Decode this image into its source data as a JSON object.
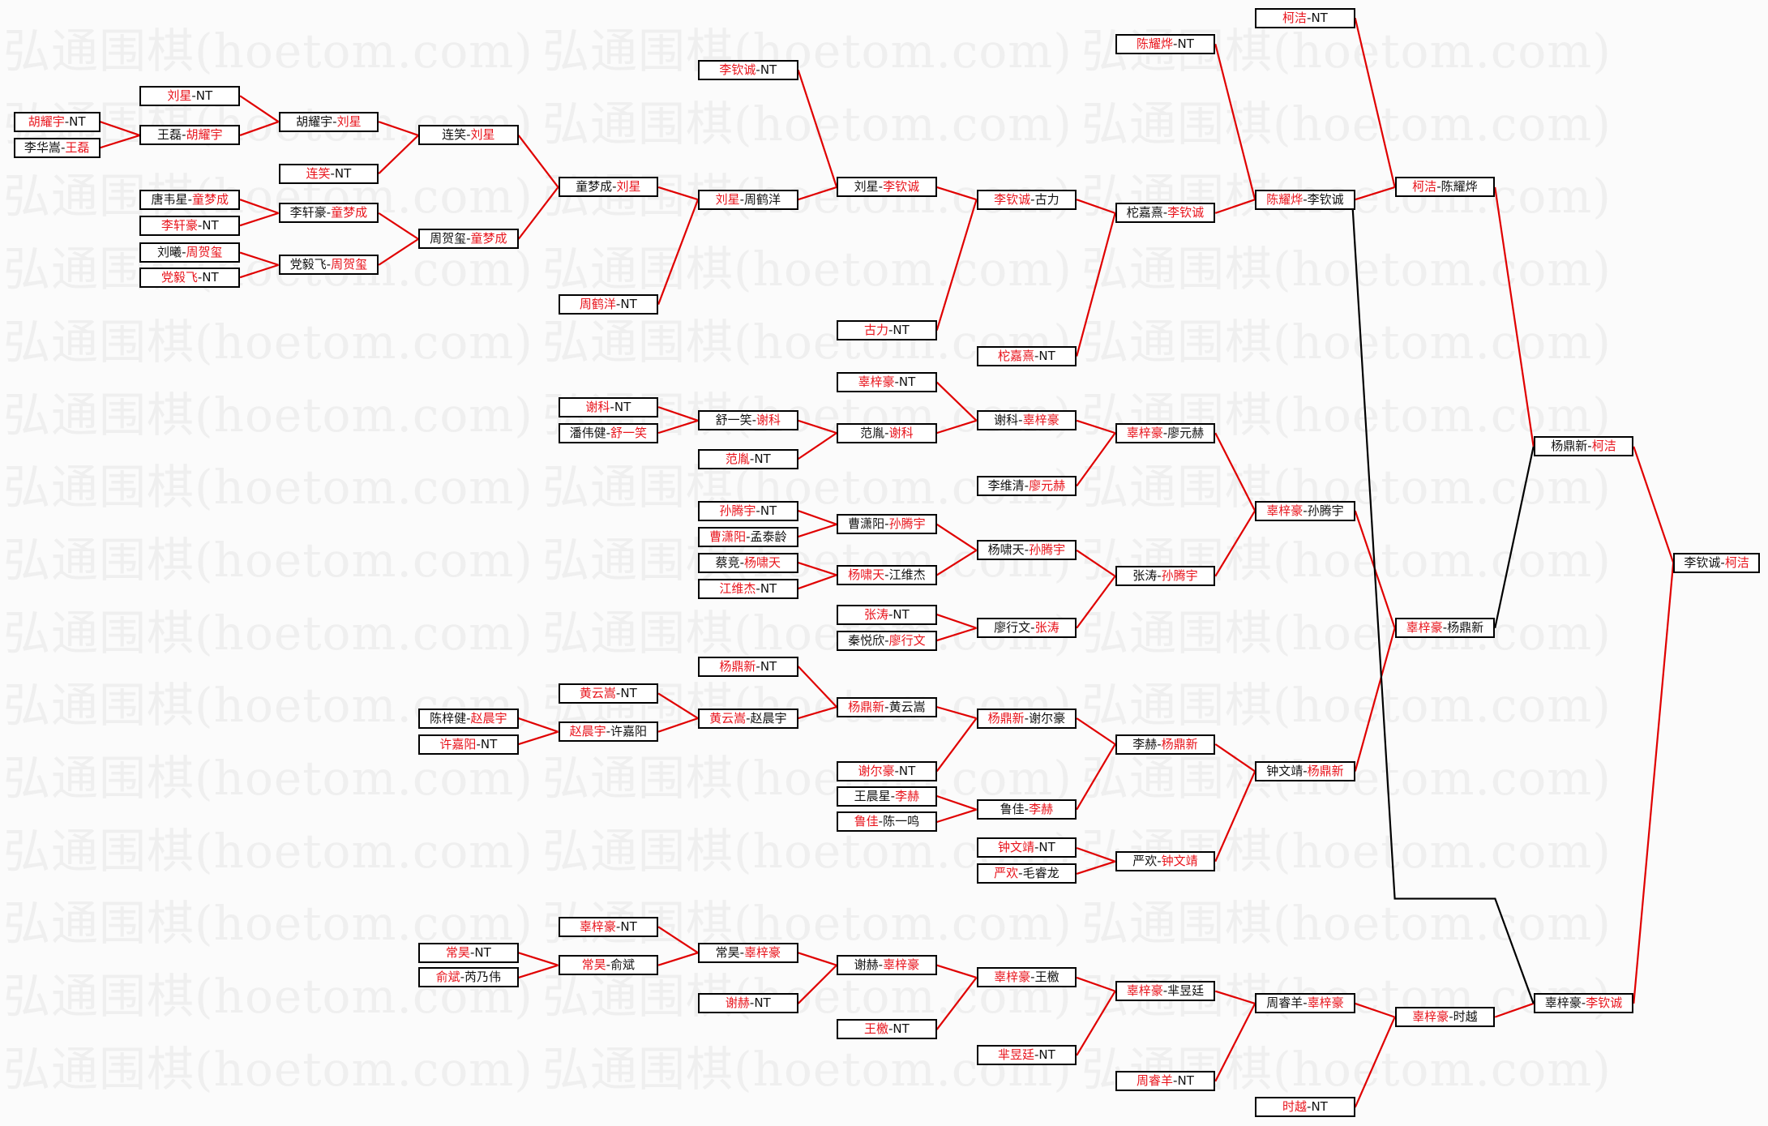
{
  "watermark": "弘通围棋(hoetom.com)",
  "colors": {
    "winner": "#e8141c",
    "win_line": "#e00000",
    "drop_line": "#000000"
  },
  "separator": "-",
  "matches": [
    {
      "id": "n1",
      "a": "胡耀宇",
      "b": "NT",
      "red": "a"
    },
    {
      "id": "n2",
      "a": "李华嵩",
      "b": "王磊",
      "red": "b"
    },
    {
      "id": "n3",
      "a": "刘星",
      "b": "NT",
      "red": "a"
    },
    {
      "id": "n4",
      "a": "王磊",
      "b": "胡耀宇",
      "red": "b"
    },
    {
      "id": "n5",
      "a": "唐韦星",
      "b": "童梦成",
      "red": "b"
    },
    {
      "id": "n6",
      "a": "李轩豪",
      "b": "NT",
      "red": "a"
    },
    {
      "id": "n7",
      "a": "刘曦",
      "b": "周贺玺",
      "red": "b"
    },
    {
      "id": "n8",
      "a": "党毅飞",
      "b": "NT",
      "red": "a"
    },
    {
      "id": "n9",
      "a": "胡耀宇",
      "b": "刘星",
      "red": "b"
    },
    {
      "id": "n10",
      "a": "连笑",
      "b": "NT",
      "red": "a"
    },
    {
      "id": "n11",
      "a": "李轩豪",
      "b": "童梦成",
      "red": "b"
    },
    {
      "id": "n12",
      "a": "党毅飞",
      "b": "周贺玺",
      "red": "b"
    },
    {
      "id": "n13",
      "a": "连笑",
      "b": "刘星",
      "red": "b"
    },
    {
      "id": "n14",
      "a": "周贺玺",
      "b": "童梦成",
      "red": "b"
    },
    {
      "id": "n15",
      "a": "童梦成",
      "b": "刘星",
      "red": "b"
    },
    {
      "id": "n16",
      "a": "周鹤洋",
      "b": "NT",
      "red": "a"
    },
    {
      "id": "n17",
      "a": "李钦诚",
      "b": "NT",
      "red": "a"
    },
    {
      "id": "n18",
      "a": "刘星",
      "b": "周鹤洋",
      "red": "a"
    },
    {
      "id": "n19",
      "a": "刘星",
      "b": "李钦诚",
      "red": "b"
    },
    {
      "id": "n20",
      "a": "古力",
      "b": "NT",
      "red": "a"
    },
    {
      "id": "n21",
      "a": "李钦诚",
      "b": "古力",
      "red": "a"
    },
    {
      "id": "n22",
      "a": "柁嘉熹",
      "b": "NT",
      "red": "a"
    },
    {
      "id": "n23",
      "a": "陈耀烨",
      "b": "NT",
      "red": "a"
    },
    {
      "id": "n24",
      "a": "柁嘉熹",
      "b": "李钦诚",
      "red": "b"
    },
    {
      "id": "n25",
      "a": "柯洁",
      "b": "NT",
      "red": "a"
    },
    {
      "id": "n26",
      "a": "陈耀烨",
      "b": "李钦诚",
      "red": "a"
    },
    {
      "id": "n27",
      "a": "柯洁",
      "b": "陈耀烨",
      "red": "a"
    },
    {
      "id": "m1",
      "a": "谢科",
      "b": "NT",
      "red": "a"
    },
    {
      "id": "m2",
      "a": "潘伟健",
      "b": "舒一笑",
      "red": "b"
    },
    {
      "id": "m3",
      "a": "舒一笑",
      "b": "谢科",
      "red": "b"
    },
    {
      "id": "m4",
      "a": "范胤",
      "b": "NT",
      "red": "a"
    },
    {
      "id": "m5",
      "a": "辜梓豪",
      "b": "NT",
      "red": "a"
    },
    {
      "id": "m6",
      "a": "范胤",
      "b": "谢科",
      "red": "b"
    },
    {
      "id": "m7",
      "a": "谢科",
      "b": "辜梓豪",
      "red": "b"
    },
    {
      "id": "m8",
      "a": "李维清",
      "b": "廖元赫",
      "red": "b"
    },
    {
      "id": "m9",
      "a": "辜梓豪",
      "b": "廖元赫",
      "red": "a"
    },
    {
      "id": "m10",
      "a": "孙腾宇",
      "b": "NT",
      "red": "a"
    },
    {
      "id": "m11",
      "a": "曹潇阳",
      "b": "孟泰龄",
      "red": "a"
    },
    {
      "id": "m12",
      "a": "蔡竞",
      "b": "杨啸天",
      "red": "b"
    },
    {
      "id": "m13",
      "a": "江维杰",
      "b": "NT",
      "red": "a"
    },
    {
      "id": "m14",
      "a": "曹潇阳",
      "b": "孙腾宇",
      "red": "b"
    },
    {
      "id": "m15",
      "a": "杨啸天",
      "b": "江维杰",
      "red": "a"
    },
    {
      "id": "m16",
      "a": "张涛",
      "b": "NT",
      "red": "a"
    },
    {
      "id": "m17",
      "a": "秦悦欣",
      "b": "廖行文",
      "red": "b"
    },
    {
      "id": "m18",
      "a": "杨啸天",
      "b": "孙腾宇",
      "red": "b"
    },
    {
      "id": "m19",
      "a": "廖行文",
      "b": "张涛",
      "red": "b"
    },
    {
      "id": "m20",
      "a": "张涛",
      "b": "孙腾宇",
      "red": "b"
    },
    {
      "id": "m21",
      "a": "辜梓豪",
      "b": "孙腾宇",
      "red": "a"
    },
    {
      "id": "m22",
      "a": "辜梓豪",
      "b": "杨鼎新",
      "red": "a"
    },
    {
      "id": "m23",
      "a": "杨鼎新",
      "b": "柯洁",
      "red": "b"
    },
    {
      "id": "m24",
      "a": "李钦诚",
      "b": "柯洁",
      "red": "b"
    },
    {
      "id": "l1",
      "a": "杨鼎新",
      "b": "NT",
      "red": "a"
    },
    {
      "id": "l2",
      "a": "黄云嵩",
      "b": "NT",
      "red": "a"
    },
    {
      "id": "l3",
      "a": "赵晨宇",
      "b": "许嘉阳",
      "red": "a"
    },
    {
      "id": "l4",
      "a": "陈梓健",
      "b": "赵晨宇",
      "red": "b"
    },
    {
      "id": "l5",
      "a": "许嘉阳",
      "b": "NT",
      "red": "a"
    },
    {
      "id": "l6",
      "a": "黄云嵩",
      "b": "赵晨宇",
      "red": "a"
    },
    {
      "id": "l7",
      "a": "杨鼎新",
      "b": "黄云嵩",
      "red": "a"
    },
    {
      "id": "l8",
      "a": "谢尔豪",
      "b": "NT",
      "red": "a"
    },
    {
      "id": "l9",
      "a": "王晨星",
      "b": "李赫",
      "red": "b"
    },
    {
      "id": "l10",
      "a": "鲁佳",
      "b": "陈一鸣",
      "red": "a"
    },
    {
      "id": "l11",
      "a": "杨鼎新",
      "b": "谢尔豪",
      "red": "a"
    },
    {
      "id": "l12",
      "a": "鲁佳",
      "b": "李赫",
      "red": "b"
    },
    {
      "id": "l13",
      "a": "钟文靖",
      "b": "NT",
      "red": "a"
    },
    {
      "id": "l14",
      "a": "严欢",
      "b": "毛睿龙",
      "red": "a"
    },
    {
      "id": "l15",
      "a": "李赫",
      "b": "杨鼎新",
      "red": "b"
    },
    {
      "id": "l16",
      "a": "严欢",
      "b": "钟文靖",
      "red": "b"
    },
    {
      "id": "l17",
      "a": "钟文靖",
      "b": "杨鼎新",
      "red": "b"
    },
    {
      "id": "b1",
      "a": "辜梓豪",
      "b": "NT",
      "red": "a"
    },
    {
      "id": "b2",
      "a": "常昊",
      "b": "俞斌",
      "red": "a"
    },
    {
      "id": "b3",
      "a": "常昊",
      "b": "NT",
      "red": "a"
    },
    {
      "id": "b4",
      "a": "俞斌",
      "b": "芮乃伟",
      "red": "a"
    },
    {
      "id": "b5",
      "a": "常昊",
      "b": "辜梓豪",
      "red": "b"
    },
    {
      "id": "b6",
      "a": "谢赫",
      "b": "NT",
      "red": "a"
    },
    {
      "id": "b7",
      "a": "谢赫",
      "b": "辜梓豪",
      "red": "b"
    },
    {
      "id": "b8",
      "a": "王檄",
      "b": "NT",
      "red": "a"
    },
    {
      "id": "b9",
      "a": "辜梓豪",
      "b": "王檄",
      "red": "a"
    },
    {
      "id": "b10",
      "a": "芈昱廷",
      "b": "NT",
      "red": "a"
    },
    {
      "id": "b11",
      "a": "辜梓豪",
      "b": "芈昱廷",
      "red": "a"
    },
    {
      "id": "b12",
      "a": "周睿羊",
      "b": "NT",
      "red": "a"
    },
    {
      "id": "b13",
      "a": "周睿羊",
      "b": "辜梓豪",
      "red": "b"
    },
    {
      "id": "b14",
      "a": "时越",
      "b": "NT",
      "red": "a"
    },
    {
      "id": "b15",
      "a": "辜梓豪",
      "b": "时越",
      "red": "a"
    },
    {
      "id": "b16",
      "a": "辜梓豪",
      "b": "李钦诚",
      "red": "b"
    }
  ],
  "links": [
    [
      "n1",
      "n4"
    ],
    [
      "n2",
      "n4"
    ],
    [
      "n3",
      "n9"
    ],
    [
      "n4",
      "n9"
    ],
    [
      "n5",
      "n11"
    ],
    [
      "n6",
      "n11"
    ],
    [
      "n7",
      "n12"
    ],
    [
      "n8",
      "n12"
    ],
    [
      "n9",
      "n13"
    ],
    [
      "n10",
      "n13"
    ],
    [
      "n11",
      "n14"
    ],
    [
      "n12",
      "n14"
    ],
    [
      "n13",
      "n15"
    ],
    [
      "n14",
      "n15"
    ],
    [
      "n15",
      "n18"
    ],
    [
      "n16",
      "n18"
    ],
    [
      "n17",
      "n19"
    ],
    [
      "n18",
      "n19"
    ],
    [
      "n19",
      "n21"
    ],
    [
      "n20",
      "n21"
    ],
    [
      "n21",
      "n24"
    ],
    [
      "n22",
      "n24"
    ],
    [
      "n23",
      "n26"
    ],
    [
      "n24",
      "n26"
    ],
    [
      "n25",
      "n27"
    ],
    [
      "n26",
      "n27"
    ],
    [
      "m1",
      "m3"
    ],
    [
      "m2",
      "m3"
    ],
    [
      "m3",
      "m6"
    ],
    [
      "m4",
      "m6"
    ],
    [
      "m5",
      "m7"
    ],
    [
      "m6",
      "m7"
    ],
    [
      "m7",
      "m9"
    ],
    [
      "m8",
      "m9"
    ],
    [
      "m10",
      "m14"
    ],
    [
      "m11",
      "m14"
    ],
    [
      "m12",
      "m15"
    ],
    [
      "m13",
      "m15"
    ],
    [
      "m14",
      "m18"
    ],
    [
      "m15",
      "m18"
    ],
    [
      "m16",
      "m19"
    ],
    [
      "m17",
      "m19"
    ],
    [
      "m18",
      "m20"
    ],
    [
      "m19",
      "m20"
    ],
    [
      "m9",
      "m21"
    ],
    [
      "m20",
      "m21"
    ],
    [
      "m21",
      "m22"
    ],
    [
      "l17",
      "m22"
    ],
    [
      "n27",
      "m23"
    ],
    [
      "m23",
      "m24"
    ],
    [
      "b16",
      "m24"
    ],
    [
      "l2",
      "l6"
    ],
    [
      "l3",
      "l6"
    ],
    [
      "l4",
      "l3"
    ],
    [
      "l5",
      "l3"
    ],
    [
      "l1",
      "l7"
    ],
    [
      "l6",
      "l7"
    ],
    [
      "l7",
      "l11"
    ],
    [
      "l8",
      "l11"
    ],
    [
      "l9",
      "l12"
    ],
    [
      "l10",
      "l12"
    ],
    [
      "l11",
      "l15"
    ],
    [
      "l12",
      "l15"
    ],
    [
      "l13",
      "l16"
    ],
    [
      "l14",
      "l16"
    ],
    [
      "l15",
      "l17"
    ],
    [
      "l16",
      "l17"
    ],
    [
      "b3",
      "b2"
    ],
    [
      "b4",
      "b2"
    ],
    [
      "b1",
      "b5"
    ],
    [
      "b2",
      "b5"
    ],
    [
      "b5",
      "b7"
    ],
    [
      "b6",
      "b7"
    ],
    [
      "b7",
      "b9"
    ],
    [
      "b8",
      "b9"
    ],
    [
      "b9",
      "b11"
    ],
    [
      "b10",
      "b11"
    ],
    [
      "b11",
      "b13"
    ],
    [
      "b12",
      "b13"
    ],
    [
      "b13",
      "b15"
    ],
    [
      "b14",
      "b15"
    ],
    [
      "b15",
      "b16"
    ]
  ],
  "drop_links": [
    [
      "m22",
      "m23"
    ],
    [
      "n26",
      "b16"
    ]
  ]
}
